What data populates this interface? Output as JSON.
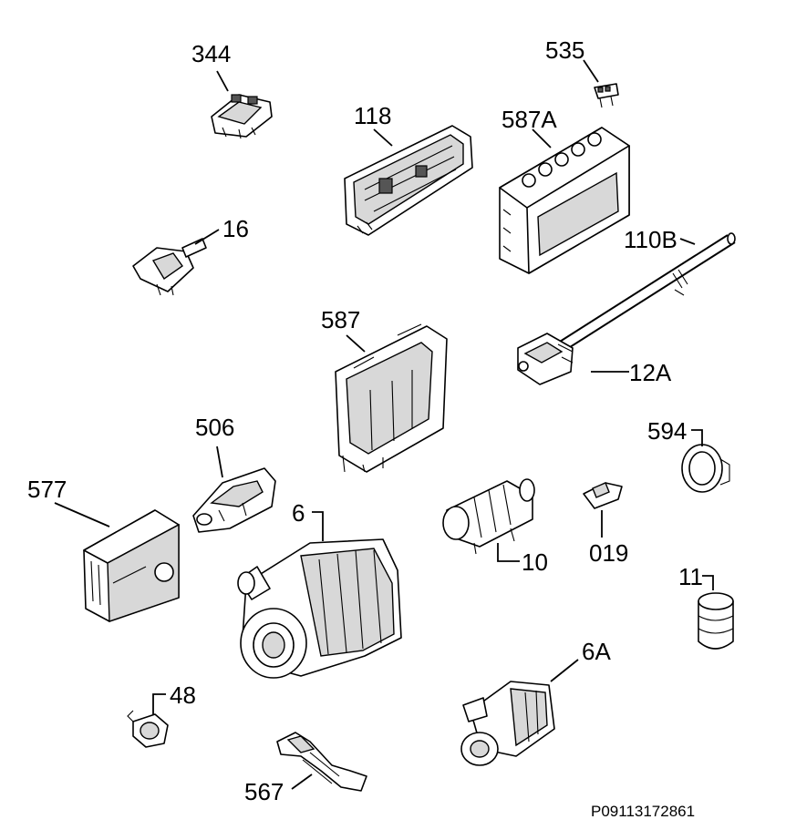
{
  "parts": [
    {
      "id": "part-344",
      "label": "344"
    },
    {
      "id": "part-118",
      "label": "118"
    },
    {
      "id": "part-535",
      "label": "535"
    },
    {
      "id": "part-587A",
      "label": "587A"
    },
    {
      "id": "part-16",
      "label": "16"
    },
    {
      "id": "part-110B",
      "label": "110B"
    },
    {
      "id": "part-587",
      "label": "587"
    },
    {
      "id": "part-12A",
      "label": "12A"
    },
    {
      "id": "part-506",
      "label": "506"
    },
    {
      "id": "part-594",
      "label": "594"
    },
    {
      "id": "part-577",
      "label": "577"
    },
    {
      "id": "part-6",
      "label": "6"
    },
    {
      "id": "part-10",
      "label": "10"
    },
    {
      "id": "part-019",
      "label": "019"
    },
    {
      "id": "part-11",
      "label": "11"
    },
    {
      "id": "part-6A",
      "label": "6A"
    },
    {
      "id": "part-48",
      "label": "48"
    },
    {
      "id": "part-567",
      "label": "567"
    }
  ],
  "drawing_code": "P09113172861"
}
